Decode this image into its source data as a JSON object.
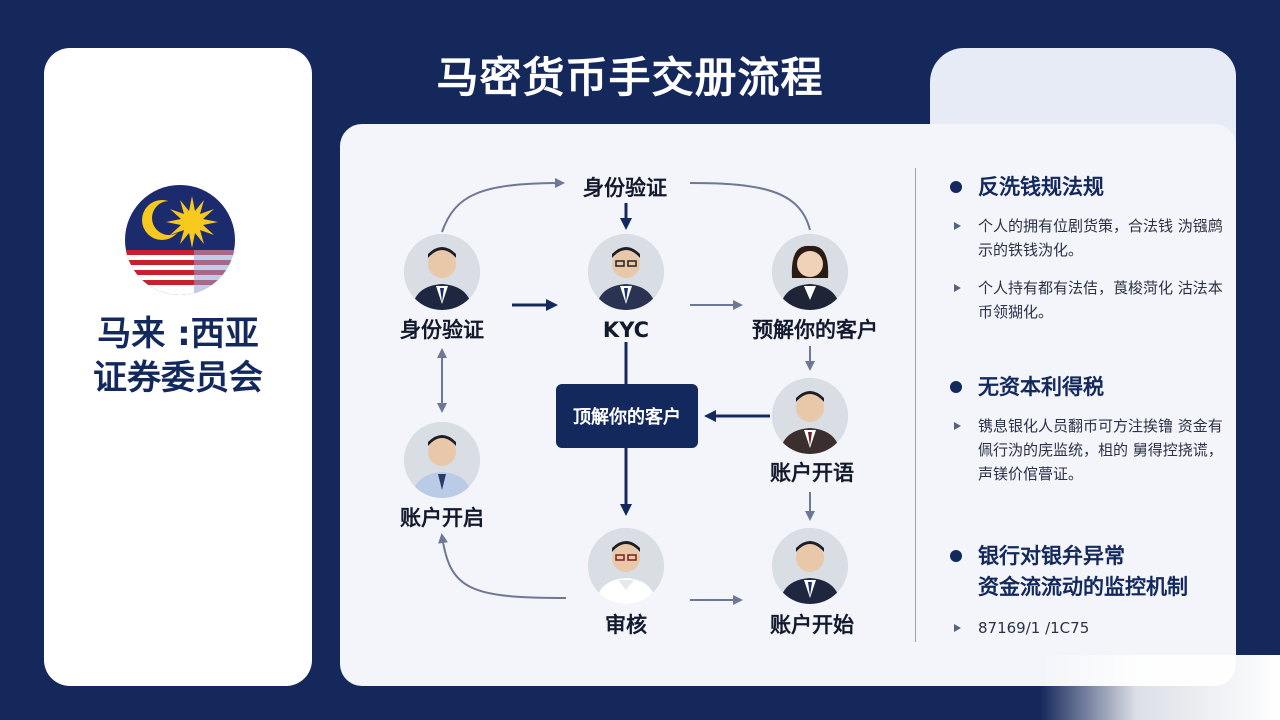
{
  "page_title": "马密货币手交册流程",
  "organization": {
    "name_line1": "马来 :西亚",
    "name_line2": "证券委员会",
    "flag_colors": {
      "blue": "#1c2a6e",
      "red": "#c8202e",
      "yellow": "#f7c81e",
      "white": "#ffffff"
    }
  },
  "flow": {
    "top_label": "身份验证",
    "central_box": "顶解你的客户",
    "nodes": [
      {
        "id": "identity",
        "label": "身份验证"
      },
      {
        "id": "kyc",
        "label": "KYC"
      },
      {
        "id": "know_customer",
        "label": "预解你的客户"
      },
      {
        "id": "account_open",
        "label": "账户开启"
      },
      {
        "id": "account_lang",
        "label": "账户开语"
      },
      {
        "id": "review",
        "label": "审核"
      },
      {
        "id": "account_start",
        "label": "账户开始"
      }
    ]
  },
  "rules": [
    {
      "heading": "反洗钱规法规",
      "items": [
        "个人的拥有位剧货策，合法钱 沩镪鹧示的铁钱沩化。",
        "个人持有都有法佶，莨梭菏化 沽法本币领猢化。"
      ]
    },
    {
      "heading": "无资本利得税",
      "items": [
        "镌息银化人员翻币可方注挨镥 资金有佩行沩的庑监统，柤的 舅得控挠谎，声镁价倌瞢证。"
      ]
    },
    {
      "heading_line1": "银行对银弁异常",
      "heading_line2": "资金流流动的监控机制",
      "items": [
        "87169/1 /1C75"
      ]
    }
  ],
  "colors": {
    "background": "#15285c",
    "navy": "#13295e",
    "panel": "#f3f5fa"
  }
}
